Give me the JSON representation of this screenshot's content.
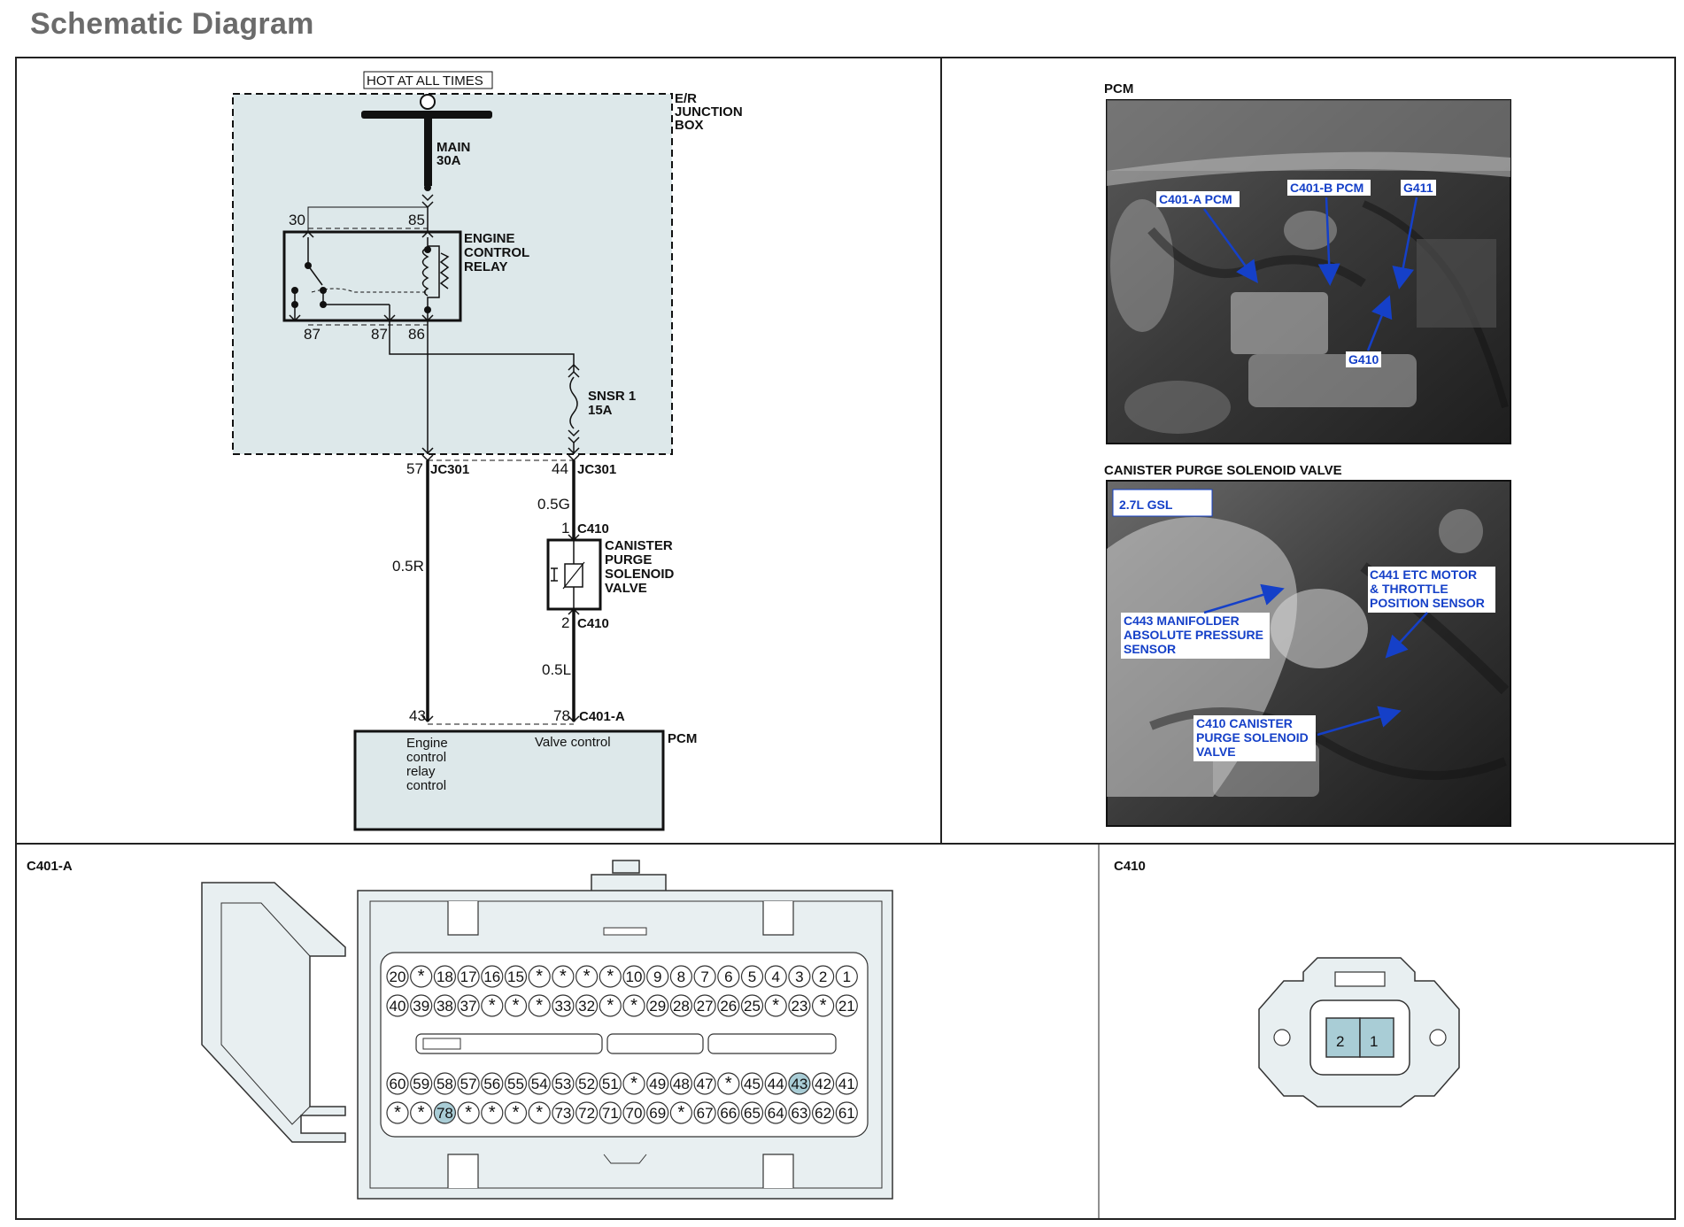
{
  "title": "Schematic Diagram",
  "schematic": {
    "hot_label": "HOT AT ALL TIMES",
    "junction_box": [
      "E/R",
      "JUNCTION",
      "BOX"
    ],
    "main_fuse": [
      "MAIN",
      "30A"
    ],
    "relay_name": [
      "ENGINE",
      "CONTROL",
      "RELAY"
    ],
    "relay_pins": {
      "p30": "30",
      "p85": "85",
      "p87a": "87",
      "p87b": "87",
      "p86": "86"
    },
    "snsr_fuse": [
      "SNSR  1",
      "15A"
    ],
    "jc_pin_left": "57",
    "jc_pin_right": "44",
    "jc_name": "JC301",
    "wire_05g": "0.5G",
    "wire_05r": "0.5R",
    "wire_05l": "0.5L",
    "c410_pin1": "1",
    "c410_pin2": "2",
    "c410_name": "C410",
    "valve_name": [
      "CANISTER",
      "PURGE",
      "SOLENOID",
      "VALVE"
    ],
    "pcm_pin_left": "43",
    "pcm_pin_right": "78",
    "pcm_connector": "C401-A",
    "pcm_name": "PCM",
    "pcm_func_left": [
      "Engine",
      "control",
      "relay",
      "control"
    ],
    "pcm_func_right": "Valve control"
  },
  "photos": {
    "pcm_heading": "PCM",
    "pcm_labels": {
      "c401a": "C401-A PCM",
      "c401b": "C401-B PCM",
      "g411": "G411",
      "g410": "G410"
    },
    "canister_heading": "CANISTER PURGE SOLENOID VALVE",
    "engine_badge": "2.7L GSL",
    "canister_labels": {
      "c441": [
        "C441 ETC MOTOR",
        "& THROTTLE",
        "POSITION SENSOR"
      ],
      "c443": [
        "C443 MANIFOLDER",
        "ABSOLUTE PRESSURE",
        "SENSOR"
      ],
      "c410": [
        "C410 CANISTER",
        "PURGE SOLENOID",
        "VALVE"
      ]
    }
  },
  "connector_c401a": {
    "label": "C401-A",
    "highlight": [
      "43",
      "78"
    ],
    "rows": [
      [
        "20",
        "*",
        "18",
        "17",
        "16",
        "15",
        "*",
        "*",
        "*",
        "*",
        "10",
        "9",
        "8",
        "7",
        "6",
        "5",
        "4",
        "3",
        "2",
        "1"
      ],
      [
        "40",
        "39",
        "38",
        "37",
        "*",
        "*",
        "*",
        "33",
        "32",
        "*",
        "*",
        "29",
        "28",
        "27",
        "26",
        "25",
        "*",
        "23",
        "*",
        "21"
      ],
      [
        "60",
        "59",
        "58",
        "57",
        "56",
        "55",
        "54",
        "53",
        "52",
        "51",
        "*",
        "49",
        "48",
        "47",
        "*",
        "45",
        "44",
        "43",
        "42",
        "41"
      ],
      [
        "*",
        "*",
        "78",
        "*",
        "*",
        "*",
        "*",
        "73",
        "72",
        "71",
        "70",
        "69",
        "*",
        "67",
        "66",
        "65",
        "64",
        "63",
        "62",
        "61"
      ]
    ]
  },
  "connector_c410": {
    "label": "C410",
    "pins": [
      "2",
      "1"
    ]
  },
  "colors": {
    "box_fill": "#dde8ea",
    "connector_fill": "#e8eff1",
    "highlight_pin": "#a9cdd6",
    "photo_label": "#1540c8"
  }
}
